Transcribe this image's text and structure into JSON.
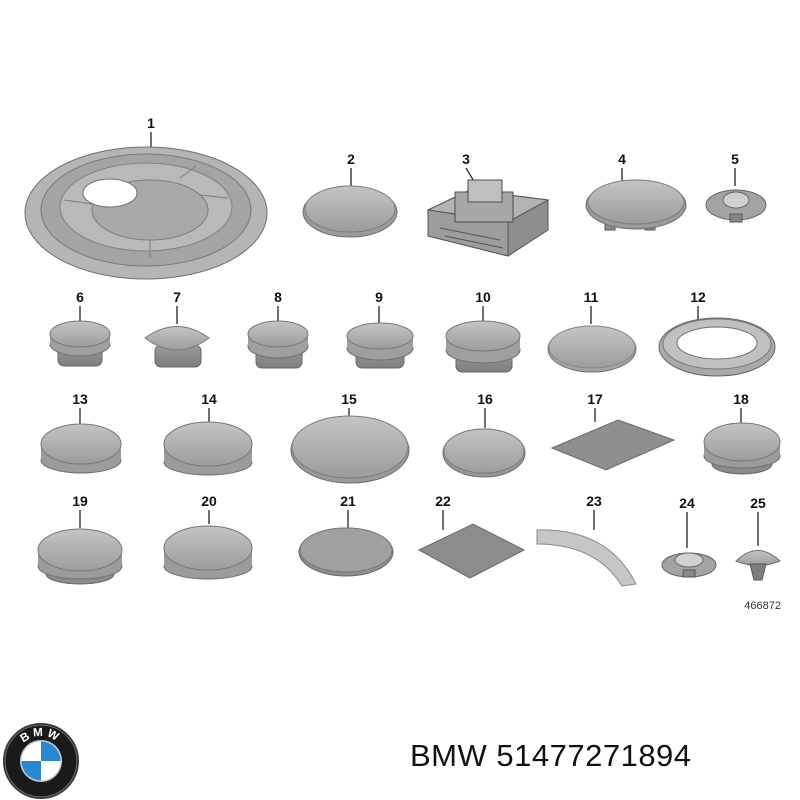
{
  "diagram": {
    "callouts": [
      "1",
      "2",
      "3",
      "4",
      "5",
      "6",
      "7",
      "8",
      "9",
      "10",
      "11",
      "12",
      "13",
      "14",
      "15",
      "16",
      "17",
      "18",
      "19",
      "20",
      "21",
      "22",
      "23",
      "24",
      "25"
    ],
    "reference_number": "466872"
  },
  "caption": {
    "brand": "BMW",
    "part_number": "51477271894"
  },
  "logo": {
    "icon": "bmw-roundel-icon",
    "letters": "BMW",
    "colors": {
      "ring": "#1a1a1a",
      "blue": "#2a86d1",
      "white": "#ffffff"
    }
  }
}
